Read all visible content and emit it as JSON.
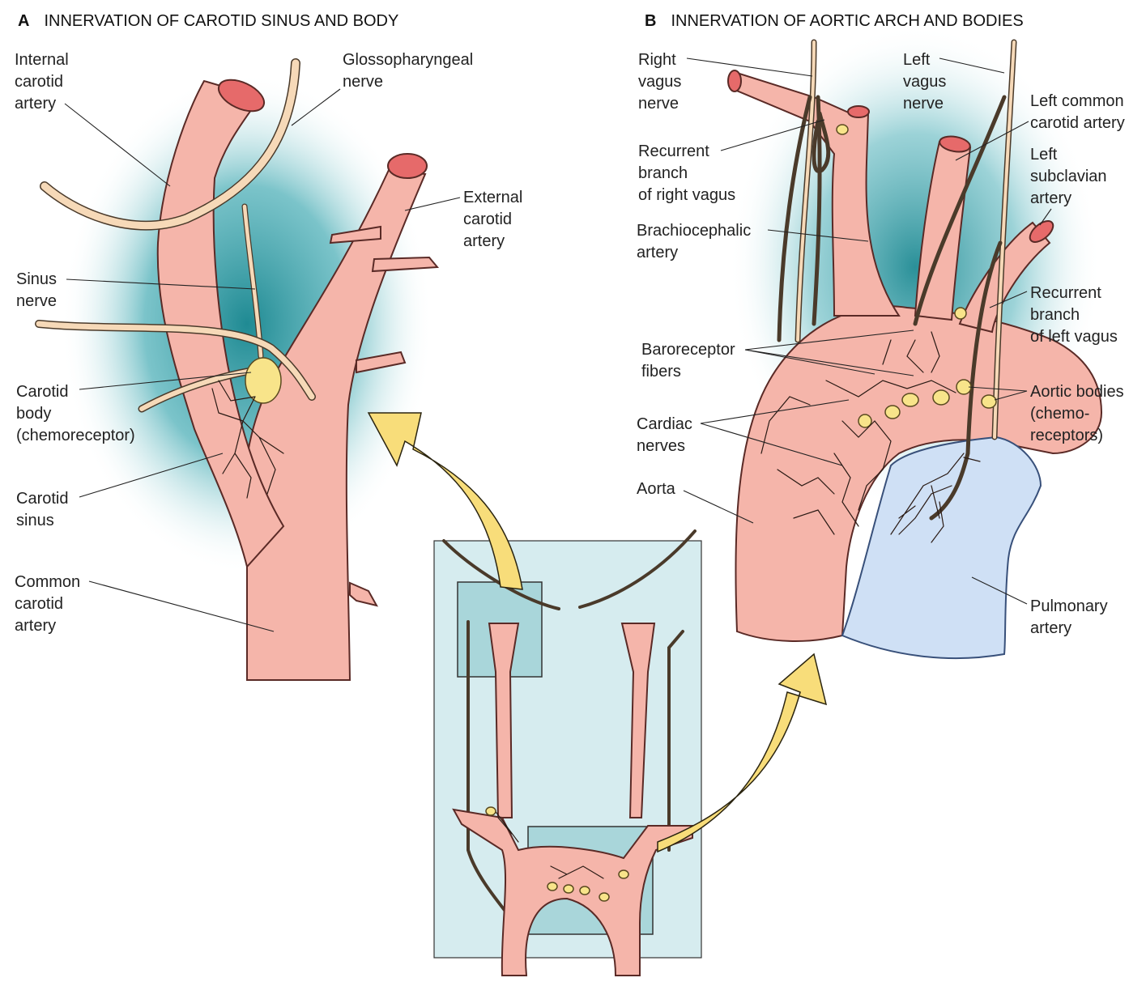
{
  "panel_a": {
    "letter": "A",
    "title": "INNERVATION OF CAROTID SINUS AND BODY",
    "labels": {
      "internal_carotid": [
        "Internal",
        "carotid",
        "artery"
      ],
      "glossopharyngeal": [
        "Glossopharyngeal",
        "nerve"
      ],
      "external_carotid": [
        "External",
        "carotid",
        "artery"
      ],
      "sinus_nerve": [
        "Sinus",
        "nerve"
      ],
      "carotid_body": [
        "Carotid",
        "body",
        "(chemoreceptor)"
      ],
      "carotid_sinus": [
        "Carotid",
        "sinus"
      ],
      "common_carotid": [
        "Common",
        "carotid",
        "artery"
      ]
    }
  },
  "panel_b": {
    "letter": "B",
    "title": "INNERVATION OF AORTIC ARCH AND BODIES",
    "labels": {
      "right_vagus": [
        "Right",
        "vagus",
        "nerve"
      ],
      "left_vagus": [
        "Left",
        "vagus",
        "nerve"
      ],
      "left_common_carotid": [
        "Left common",
        "carotid artery"
      ],
      "recurrent_right": [
        "Recurrent",
        "branch",
        "of right vagus"
      ],
      "left_subclavian": [
        "Left",
        "subclavian",
        "artery"
      ],
      "brachiocephalic": [
        "Brachiocephalic",
        "artery"
      ],
      "recurrent_left": [
        "Recurrent",
        "branch",
        "of left vagus"
      ],
      "baroreceptor": [
        "Baroreceptor",
        "fibers"
      ],
      "aortic_bodies": [
        "Aortic bodies",
        "(chemo-",
        "receptors)"
      ],
      "cardiac_nerves": [
        "Cardiac",
        "nerves"
      ],
      "aorta": [
        "Aorta"
      ],
      "pulmonary": [
        "Pulmonary",
        "artery"
      ]
    }
  },
  "colors": {
    "artery": "#f5b5aa",
    "artery_lumen": "#e66a6a",
    "nerve": "#f6d9b8",
    "gland": "#f8e48a",
    "pulmonary": "#cfe0f5",
    "glow": "#2f9aa3",
    "arrow": "#f8dd7a",
    "inset": "#d6ecef"
  }
}
